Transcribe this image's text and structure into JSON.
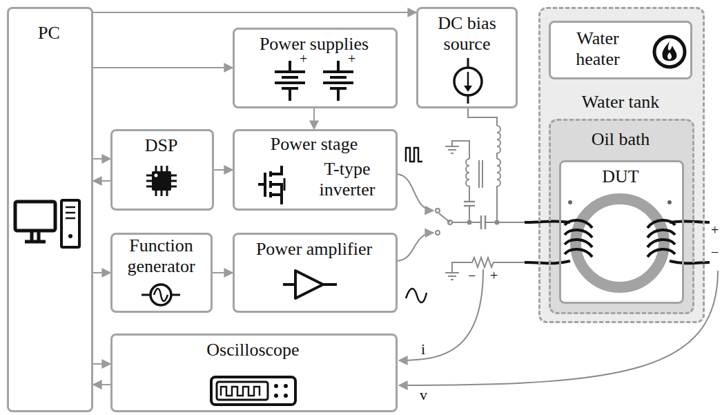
{
  "diagram": {
    "nodes": [
      {
        "text": [
          "PC"
        ]
      },
      {
        "text": [
          "Power supplies"
        ]
      },
      {
        "text": [
          "DC bias source"
        ]
      },
      {
        "text": [
          "Water tank"
        ]
      },
      {
        "text": [
          "Water heater"
        ],
        "in": 3
      },
      {
        "text": [
          "Oil bath"
        ],
        "in": 3
      },
      {
        "text": [
          "DUT"
        ],
        "in": 5
      },
      {
        "text": [
          "DSP"
        ]
      },
      {
        "text": [
          "Power stage",
          "T-type inverter"
        ]
      },
      {
        "text": [
          "Function generator"
        ]
      },
      {
        "text": [
          "Power amplifier"
        ]
      },
      {
        "text": [
          "Oscilloscope"
        ]
      }
    ],
    "edges": [
      {
        "from": 0,
        "to": 2,
        "arrow": "to"
      },
      {
        "from": 0,
        "to": 1,
        "arrow": "to"
      },
      {
        "from": 1,
        "to": 8,
        "arrow": "to"
      },
      {
        "from": 0,
        "to": 7,
        "arrow": "to"
      },
      {
        "from": 7,
        "to": 0,
        "arrow": "to"
      },
      {
        "from": 7,
        "to": 8,
        "arrow": "to"
      },
      {
        "from": 0,
        "to": 9,
        "arrow": "to"
      },
      {
        "from": 9,
        "to": 10,
        "arrow": "to"
      },
      {
        "from": 0,
        "to": 11,
        "arrow": "to"
      },
      {
        "from": 11,
        "to": 0,
        "arrow": "to"
      }
    ],
    "labels": [
      "+",
      "+",
      "+",
      "−",
      "−",
      "+",
      "i",
      "v"
    ]
  }
}
